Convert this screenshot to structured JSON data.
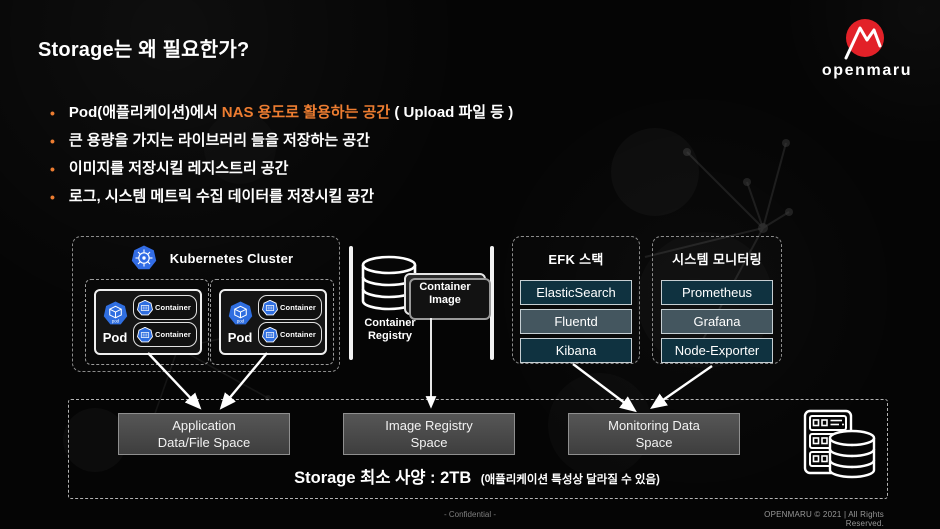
{
  "header": {
    "title": "Storage는 왜 필요한가?"
  },
  "logo": {
    "wordmark": "openmaru",
    "brand_red": "#E22128"
  },
  "bullets": [
    {
      "pre": "Pod(애플리케이션)에서 ",
      "highlight": "NAS 용도로 활용하는 공간",
      "post": " ( Upload 파일 등 )"
    },
    {
      "pre": "큰 용량을 가지는 라이브러리 들을 저장하는 공간",
      "highlight": "",
      "post": ""
    },
    {
      "pre": "이미지를 저장시킬 레지스트리 공간",
      "highlight": "",
      "post": ""
    },
    {
      "pre": "로그, 시스템 메트릭 수집 데이터를 저장시킬 공간",
      "highlight": "",
      "post": ""
    }
  ],
  "diagram": {
    "cluster": {
      "title": "Kubernetes Cluster",
      "pods": [
        {
          "label": "Pod",
          "containers": [
            "Container",
            "Container"
          ]
        },
        {
          "label": "Pod",
          "containers": [
            "Container",
            "Container"
          ]
        }
      ]
    },
    "registry": {
      "label_line1": "Container",
      "label_line2": "Registry",
      "image_line1": "Container",
      "image_line2": "Image"
    },
    "efk": {
      "title": "EFK 스택",
      "items": [
        "ElasticSearch",
        "Fluentd",
        "Kibana"
      ]
    },
    "monitoring": {
      "title": "시스템 모니터링",
      "items": [
        "Prometheus",
        "Grafana",
        "Node-Exporter"
      ]
    },
    "spaces": [
      {
        "line1": "Application",
        "line2": "Data/File Space"
      },
      {
        "line1": "Image Registry",
        "line2": "Space"
      },
      {
        "line1": "Monitoring Data",
        "line2": "Space"
      }
    ],
    "spec": {
      "main": "Storage 최소 사양 : 2TB",
      "note": "(애플리케이션 특성상 달라질 수 있음)"
    }
  },
  "colors": {
    "accent_orange": "#ED7D31",
    "k8s_blue": "#326CE5",
    "item_teal": "#0F3240",
    "item_slate": "#44565F"
  },
  "footer": {
    "confidential": "- Confidential -",
    "copyright": "OPENMARU © 2021 | All Rights Reserved."
  }
}
